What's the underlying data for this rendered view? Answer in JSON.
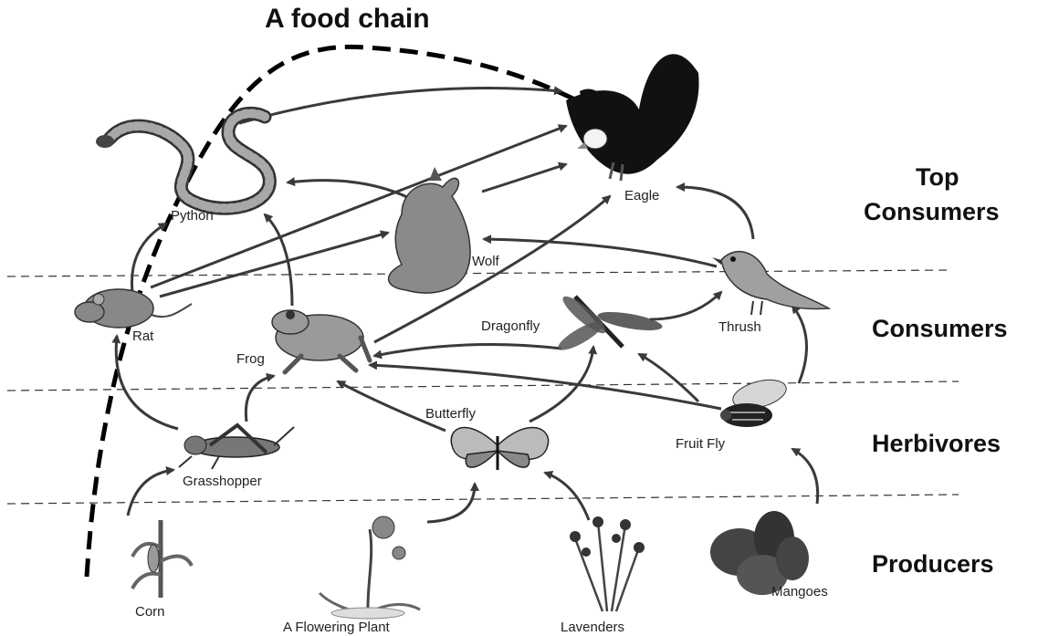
{
  "title": "A food chain",
  "levels": {
    "top_consumers_line1": "Top",
    "top_consumers_line2": "Consumers",
    "consumers": "Consumers",
    "herbivores": "Herbivores",
    "producers": "Producers"
  },
  "organisms": {
    "python": "Python",
    "eagle": "Eagle",
    "wolf": "Wolf",
    "rat": "Rat",
    "frog": "Frog",
    "dragonfly": "Dragonfly",
    "thrush": "Thrush",
    "butterfly": "Butterfly",
    "fruit_fly": "Fruit Fly",
    "grasshopper": "Grasshopper",
    "corn": "Corn",
    "flowering_plant": "A Flowering Plant",
    "lavenders": "Lavenders",
    "mangoes": "Mangoes"
  },
  "arrows": [
    [
      "corn",
      "grasshopper"
    ],
    [
      "flowering_plant",
      "butterfly"
    ],
    [
      "lavenders",
      "butterfly"
    ],
    [
      "mangoes",
      "fruit_fly"
    ],
    [
      "grasshopper",
      "rat"
    ],
    [
      "grasshopper",
      "frog"
    ],
    [
      "butterfly",
      "frog"
    ],
    [
      "butterfly",
      "dragonfly"
    ],
    [
      "fruit_fly",
      "frog"
    ],
    [
      "fruit_fly",
      "dragonfly"
    ],
    [
      "fruit_fly",
      "thrush"
    ],
    [
      "dragonfly",
      "frog"
    ],
    [
      "dragonfly",
      "thrush"
    ],
    [
      "rat",
      "python"
    ],
    [
      "rat",
      "wolf"
    ],
    [
      "rat",
      "eagle"
    ],
    [
      "frog",
      "python"
    ],
    [
      "frog",
      "eagle"
    ],
    [
      "thrush",
      "wolf"
    ],
    [
      "thrush",
      "eagle"
    ],
    [
      "wolf",
      "python"
    ],
    [
      "wolf",
      "eagle"
    ],
    [
      "python",
      "eagle"
    ]
  ]
}
